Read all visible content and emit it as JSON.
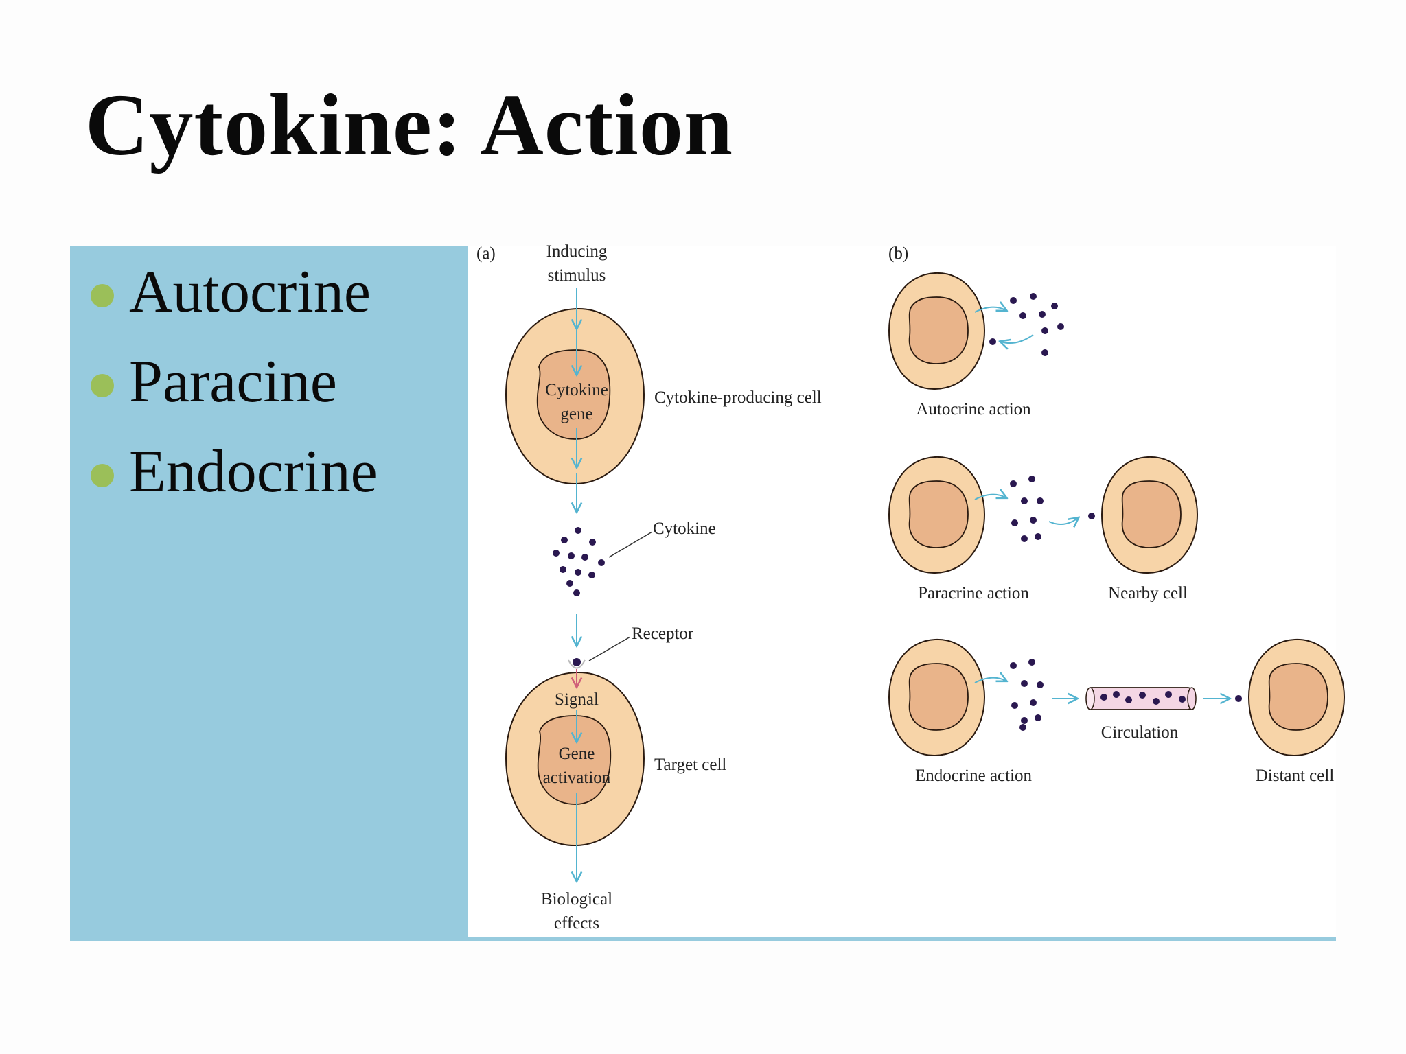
{
  "slide": {
    "title": "Cytokine: Action",
    "bullets": [
      "Autocrine",
      "Paracine",
      "Endocrine"
    ]
  },
  "figure": {
    "panel_a": {
      "tag": "(a)",
      "stimulus_line1": "Inducing",
      "stimulus_line2": "stimulus",
      "producer_nucleus_line1": "Cytokine",
      "producer_nucleus_line2": "gene",
      "producer_label": "Cytokine-producing cell",
      "cytokine_label": "Cytokine",
      "receptor_label": "Receptor",
      "signal_label": "Signal",
      "target_nucleus_line1": "Gene",
      "target_nucleus_line2": "activation",
      "target_label": "Target cell",
      "effects_line1": "Biological",
      "effects_line2": "effects"
    },
    "panel_b": {
      "tag": "(b)",
      "autocrine_label": "Autocrine action",
      "paracrine_label": "Paracrine action",
      "nearby_label": "Nearby cell",
      "circulation_label": "Circulation",
      "endocrine_label": "Endocrine action",
      "distant_label": "Distant cell"
    },
    "colors": {
      "cytoplasm": "#f7d4a8",
      "nucleus": "#e9b48a",
      "outline": "#2a1a10",
      "arrow": "#54b4d0",
      "signal_arrow": "#d0607a",
      "cytokine_dot": "#2a1850",
      "vessel": "#f4d6e4"
    }
  }
}
